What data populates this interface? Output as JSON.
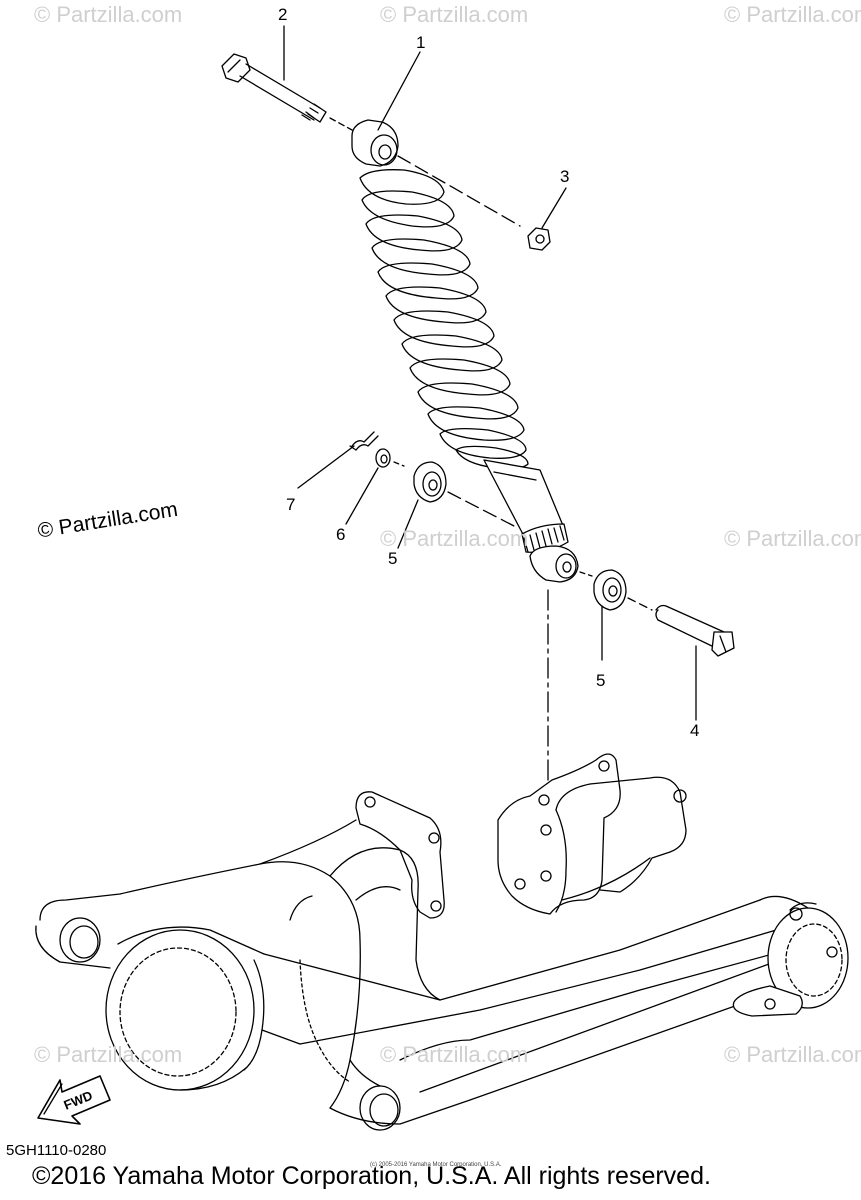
{
  "callouts": [
    "1",
    "2",
    "3",
    "4",
    "5",
    "5",
    "6",
    "7"
  ],
  "watermark": "© Partzilla.com",
  "fwd_label": "FWD",
  "diagram_code": "5GH1110-0280",
  "copyright": "©2016 Yamaha Motor Corporation, U.S.A. All rights reserved.",
  "small_copyright": "(c) 2005-2016 Yamaha Motor Corporation, U.S.A.",
  "colors": {
    "line": "#000000",
    "watermark": "#cfcfcf",
    "background": "#ffffff"
  }
}
